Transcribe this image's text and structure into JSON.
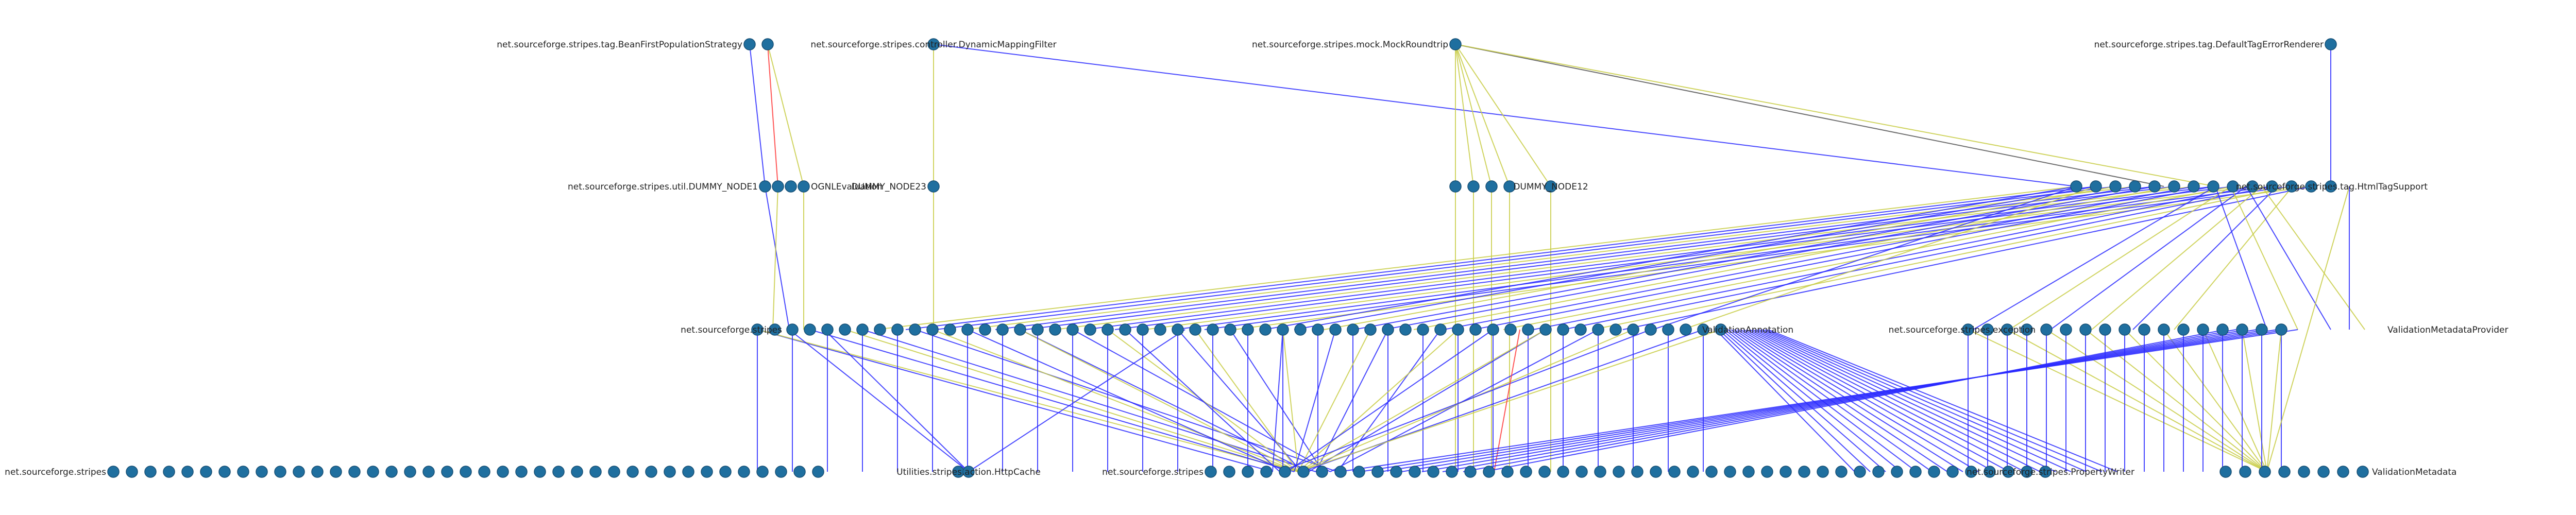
{
  "colors": {
    "node_fill": "#1f6f9f",
    "node_stroke": "#174f74",
    "edge_blue": "#2a2aff",
    "edge_yellow": "#c8cc45",
    "edge_red": "#ff3a3a",
    "edge_gray": "#555555",
    "background": "#ffffff"
  },
  "nodes": [
    {
      "id": "r0a",
      "row": 0,
      "label": "net.sourceforge.stripes.tag.BeanFirstPopulationStrategy"
    },
    {
      "id": "r0b",
      "row": 0,
      "label": "net.sourceforge.stripes.controller.DynamicMappingFilter"
    },
    {
      "id": "r0c",
      "row": 0,
      "label": "net.sourceforge.stripes.mock.MockRoundtrip"
    },
    {
      "id": "r0d",
      "row": 0,
      "label": "net.sourceforge.stripes.tag.DefaultTagErrorRenderer"
    },
    {
      "id": "r1a",
      "row": 1,
      "label": "net.sourceforge.stripes.util.DUMMY_NODE1"
    },
    {
      "id": "r1b",
      "row": 1,
      "label": "OGNLEvaluation"
    },
    {
      "id": "r1c",
      "row": 1,
      "label": "DUMMY_NODE23"
    },
    {
      "id": "r1d",
      "row": 1,
      "label": "DUMMY_NODE12"
    },
    {
      "id": "r1e",
      "row": 1,
      "label": "net.sourceforge.stripes.tag.HtmlTagSupport"
    },
    {
      "id": "r2a",
      "row": 2,
      "label": "net.sourceforge.stripes"
    },
    {
      "id": "r2b",
      "row": 2,
      "label": "ValidationAnnotation"
    },
    {
      "id": "r2c",
      "row": 2,
      "label": "net.sourceforge.stripes.exception"
    },
    {
      "id": "r2d",
      "row": 2,
      "label": "ValidationMetadataProvider"
    },
    {
      "id": "r3a",
      "row": 3,
      "label": "net.sourceforge.stripes"
    },
    {
      "id": "r3b",
      "row": 3,
      "label": "Utilities.stripes.action.HttpCache"
    },
    {
      "id": "r3c",
      "row": 3,
      "label": "net.sourceforge.stripes"
    },
    {
      "id": "r3d",
      "row": 3,
      "label": "net.sourceforge.stripes.PropertyWriter"
    },
    {
      "id": "r3e",
      "row": 3,
      "label": "ValidationMetadata"
    }
  ]
}
